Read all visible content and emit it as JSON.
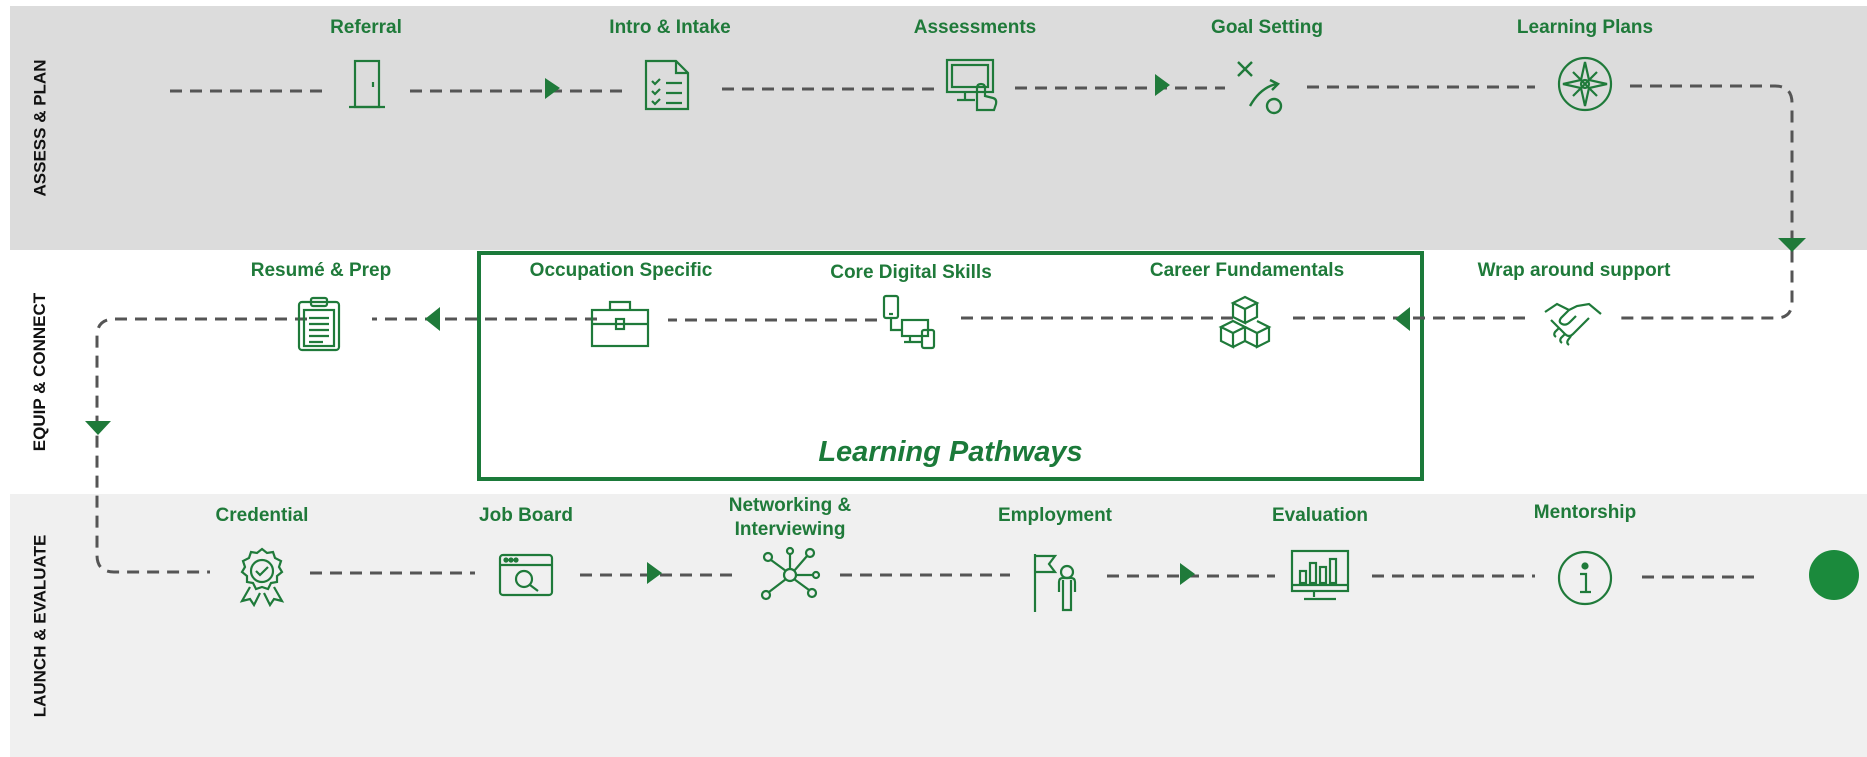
{
  "colors": {
    "accent": "#1f7a3a",
    "band_top": "#dcdcdc",
    "band_middle": "#ffffff",
    "band_bottom": "#f0f0f0",
    "connector": "#555555"
  },
  "bands": [
    {
      "label": "ASSESS & PLAN"
    },
    {
      "label": "EQUIP & CONNECT"
    },
    {
      "label": "LAUNCH & EVALUATE"
    }
  ],
  "steps": {
    "referral": {
      "label": "Referral",
      "icon": "door-icon"
    },
    "intro_intake": {
      "label": "Intro & Intake",
      "icon": "checklist-icon"
    },
    "assessments": {
      "label": "Assessments",
      "icon": "computer-touch-icon"
    },
    "goal_setting": {
      "label": "Goal Setting",
      "icon": "play-strategy-icon"
    },
    "learning_plans": {
      "label": "Learning Plans",
      "icon": "compass-icon"
    },
    "wrap_around_support": {
      "label": "Wrap around support",
      "icon": "handshake-icon"
    },
    "career_fundamentals": {
      "label": "Career Fundamentals",
      "icon": "cubes-icon"
    },
    "core_digital_skills": {
      "label": "Core Digital Skills",
      "icon": "devices-icon"
    },
    "occupation_specific": {
      "label": "Occupation Specific",
      "icon": "briefcase-icon"
    },
    "resume_prep": {
      "label": "Resumé & Prep",
      "icon": "clipboard-icon"
    },
    "credential": {
      "label": "Credential",
      "icon": "award-badge-icon"
    },
    "job_board": {
      "label": "Job Board",
      "icon": "browser-search-icon"
    },
    "networking": {
      "label": "Networking &\nInterviewing",
      "icon": "network-icon"
    },
    "employment": {
      "label": "Employment",
      "icon": "flag-person-icon"
    },
    "evaluation": {
      "label": "Evaluation",
      "icon": "monitor-chart-icon"
    },
    "mentorship": {
      "label": "Mentorship",
      "icon": "info-circle-icon"
    }
  },
  "learning_pathways": {
    "title": "Learning Pathways"
  }
}
